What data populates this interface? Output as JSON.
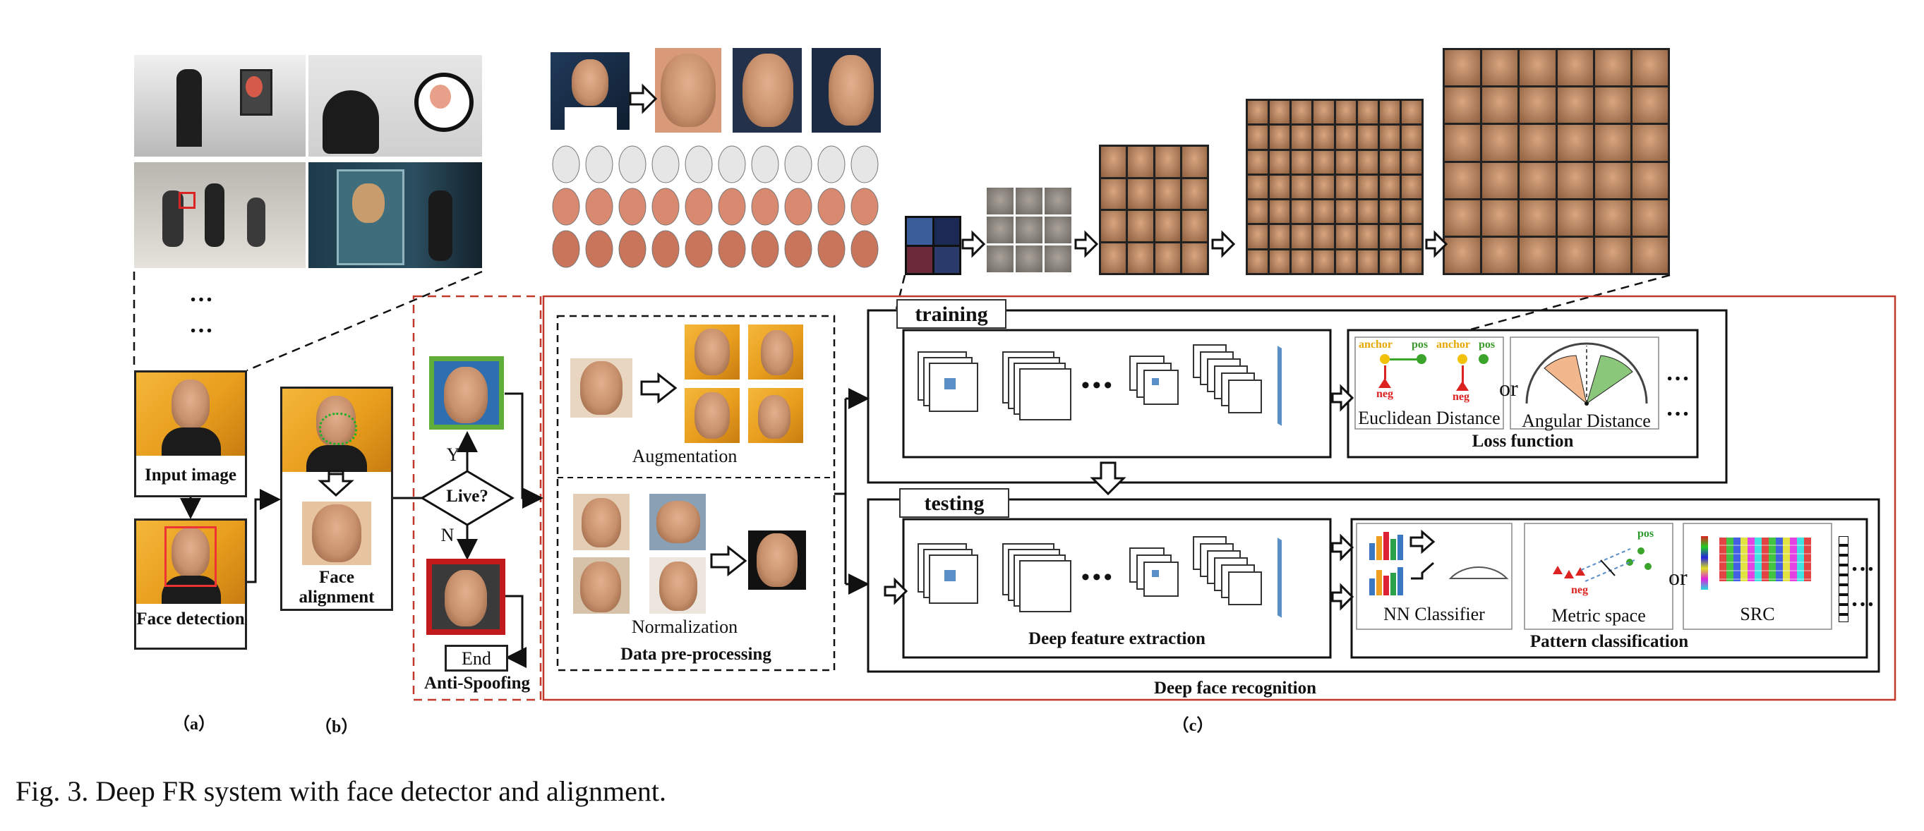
{
  "figure": {
    "caption": "Fig. 3.  Deep FR system with face detector and alignment."
  },
  "panel_a": {
    "label": "（a）",
    "input_image": "Input image",
    "face_detection": "Face detection",
    "ellipsis": "…"
  },
  "panel_b": {
    "label": "（b）",
    "face_alignment": "Face alignment"
  },
  "anti_spoofing": {
    "decision": "Live?",
    "yes": "Y",
    "no": "N",
    "end": "End",
    "title": "Anti-Spoofing"
  },
  "preprocessing": {
    "augmentation": "Augmentation",
    "normalization": "Normalization",
    "title": "Data pre-processing"
  },
  "training": {
    "title": "training",
    "loss": {
      "anchor": "anchor",
      "pos": "pos",
      "neg": "neg",
      "or": "or",
      "euclidean": "Euclidean Distance",
      "angular": "Angular Distance",
      "title": "Loss function"
    }
  },
  "testing": {
    "title": "testing",
    "feature_extraction": "Deep feature extraction",
    "nn_classifier": "NN Classifier",
    "metric_space": "Metric space",
    "src": "SRC",
    "or": "or",
    "pos": "pos",
    "neg": "neg",
    "pattern_title": "Pattern classification"
  },
  "panel_c": {
    "title": "Deep face recognition",
    "label": "（c）"
  },
  "colors": {
    "dashed_red": "#c0392b",
    "solid_red": "#c0392b",
    "live_green": "#5fae3a",
    "spoof_red": "#c21a1a",
    "layer_blue": "#5b8fc7"
  }
}
